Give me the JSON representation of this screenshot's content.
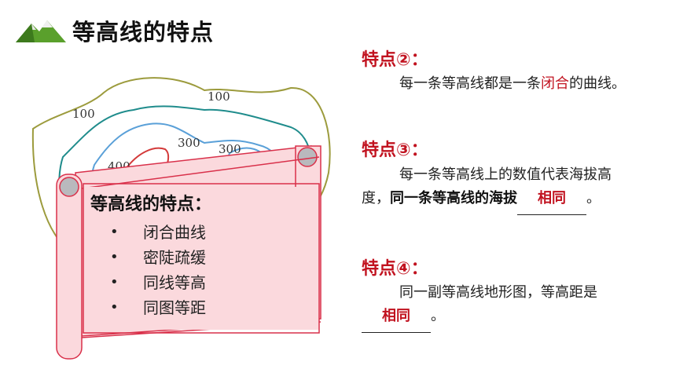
{
  "title": "等高线的特点",
  "map": {
    "labels": [
      "100",
      "100",
      "300",
      "300",
      "400"
    ]
  },
  "scroll": {
    "title": "等高线的特点：",
    "items": [
      "闭合曲线",
      "密陡疏缓",
      "同线等高",
      "同图等距"
    ]
  },
  "point2": {
    "heading": "特点②：",
    "text_a": "每一条等高线都是一条",
    "text_red": "闭合",
    "text_b": "的曲线。"
  },
  "point3": {
    "heading": "特点③：",
    "text_a": "每一条等高线上的数值代表海拔高度，",
    "text_bold": "同一条等高线的海拔",
    "answer": "相同",
    "text_end": "。"
  },
  "point4": {
    "heading": "特点④：",
    "text_a": "同一副等高线地形图，等高距是",
    "answer": "相同",
    "text_end": "。"
  },
  "colors": {
    "accent_red": "#c1121f",
    "scroll_fill": "#fbd9dd",
    "scroll_stroke": "#d9304a"
  }
}
